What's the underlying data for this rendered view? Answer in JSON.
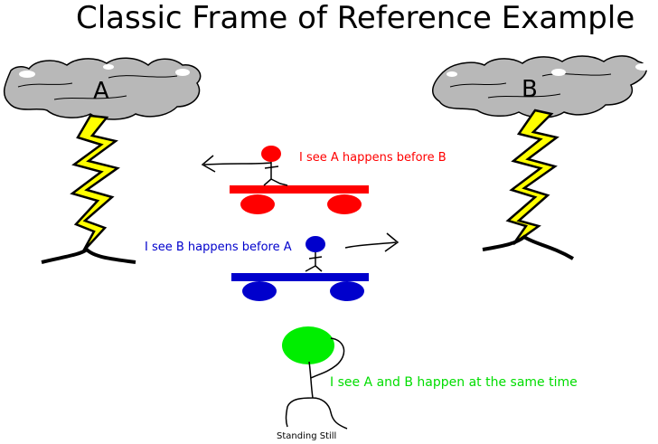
{
  "title": "Classic Frame of Reference Example",
  "storms": {
    "left_label": "A",
    "right_label": "B"
  },
  "observers": {
    "red_train": {
      "text": "I see A happens before B",
      "color": "#ff0000"
    },
    "blue_train": {
      "text": "I see B happens before A",
      "color": "#0000cc"
    },
    "stationary": {
      "text": "I see A and B happen at the same time",
      "color": "#00dd00",
      "caption": "Standing Still"
    }
  },
  "colors": {
    "cloud": "#b8b8b8",
    "bolt": "#ffff00",
    "ground": "#000000",
    "stationary_head": "#00ee00"
  }
}
